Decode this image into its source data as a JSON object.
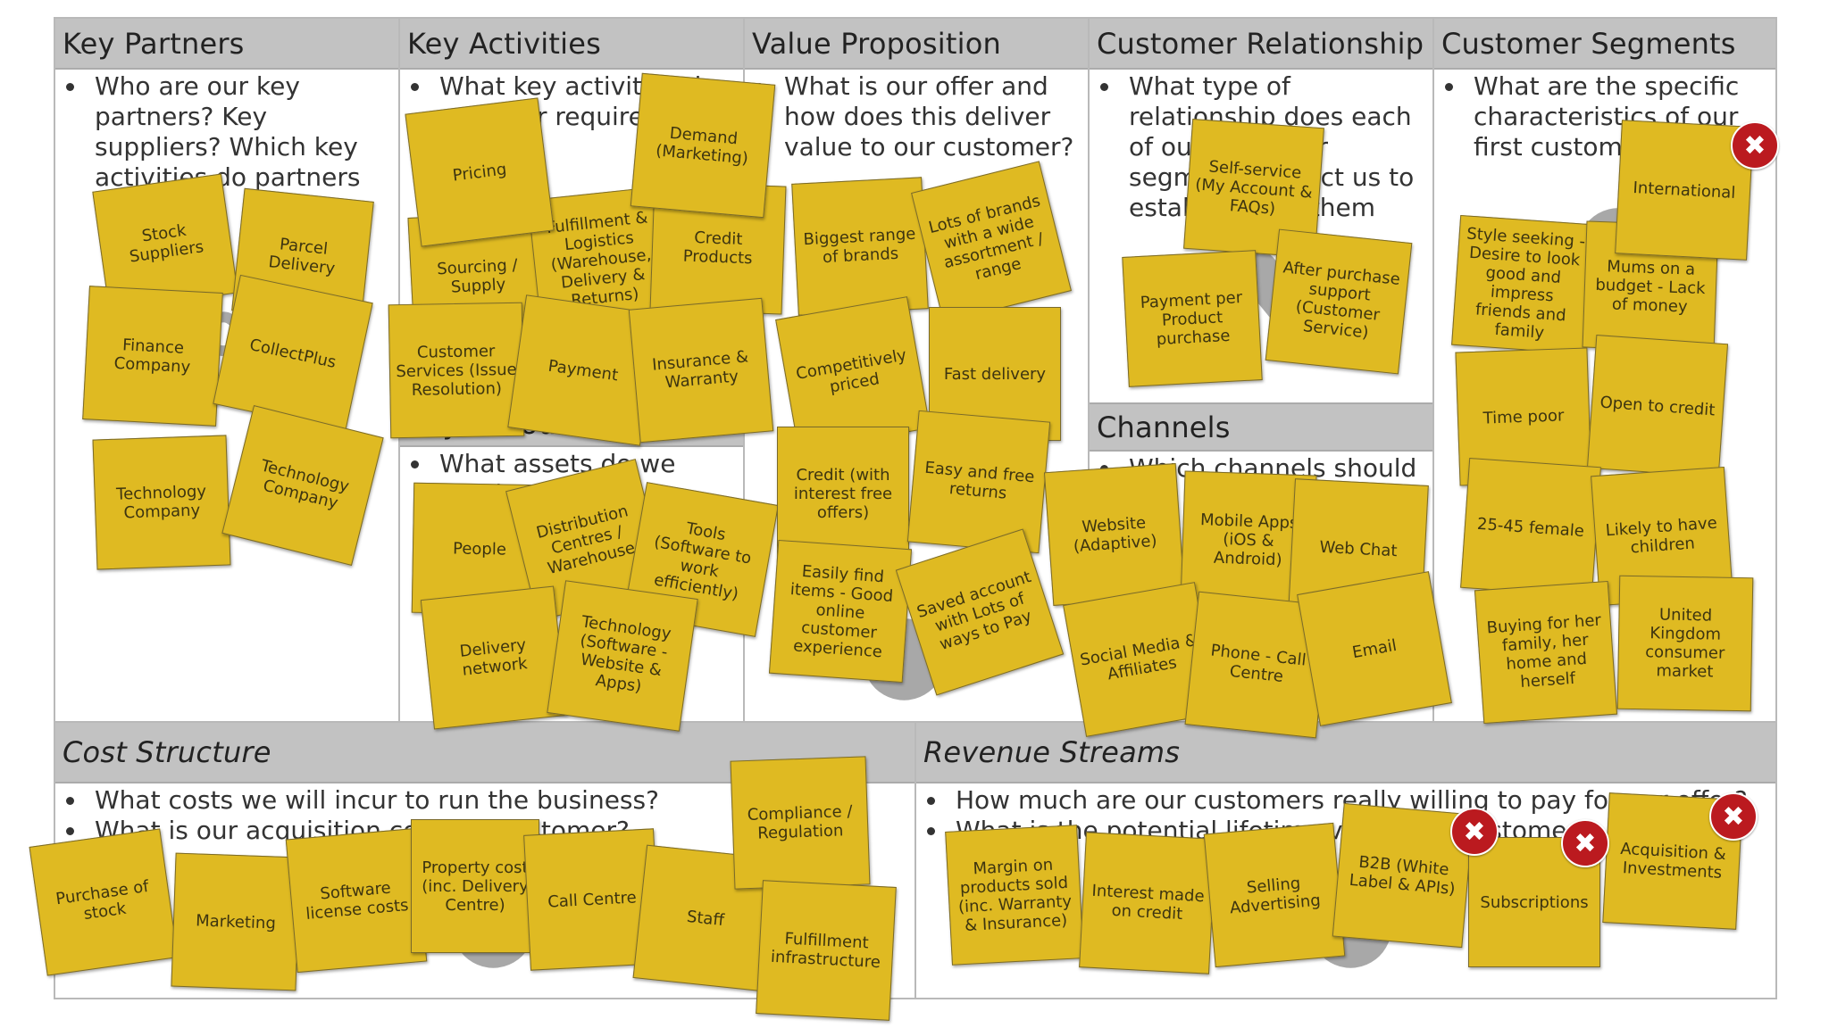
{
  "sections": {
    "key_partners": {
      "title": "Key Partners",
      "questions": [
        "Who are our key partners? Key suppliers? Which key activities do partners perform?"
      ]
    },
    "key_activities": {
      "title": "Key Activities",
      "questions": [
        "What key activities do our offer require?"
      ]
    },
    "key_resources": {
      "title": "Key Resources",
      "questions": [
        "What assets do we need"
      ]
    },
    "value_proposition": {
      "title": "Value Proposition",
      "questions": [
        "What is our offer and how does this deliver value to our customer?"
      ]
    },
    "customer_relationship": {
      "title": "Customer Relationship",
      "questions": [
        "What type of relationship does each of our customer segments expect us to establish with them"
      ]
    },
    "channels": {
      "title": "Channels",
      "questions": [
        "Which channels should"
      ]
    },
    "customer_segments": {
      "title": "Customer Segments",
      "questions": [
        "What are the specific characteristics of our first customers?"
      ]
    },
    "cost_structure": {
      "title": "Cost Structure",
      "questions": [
        "What costs we will incur to run the business?",
        "What is our acquisition cost per customer?"
      ]
    },
    "revenue_streams": {
      "title": "Revenue Streams",
      "questions": [
        "How much are our customers really willing to pay for our offer?",
        "What is the potential lifetime value of a customer?"
      ]
    }
  },
  "notes": {
    "stock_suppliers": "Stock Suppliers",
    "parcel_delivery": "Parcel Delivery",
    "finance_company": "Finance Company",
    "collectplus": "CollectPlus",
    "technology_company_1": "Technology Company",
    "technology_company_2": "Technology Company",
    "pricing": "Pricing",
    "sourcing_supply": "Sourcing / Supply",
    "fulfillment_logistics": "Fulfillment & Logistics (Warehouse, Delivery & Returns)",
    "demand_marketing": "Demand (Marketing)",
    "credit_products": "Credit Products",
    "customer_services": "Customer Services (Issue Resolution)",
    "payment": "Payment",
    "insurance_warranty": "Insurance & Warranty",
    "people": "People",
    "distribution_centres": "Distribution Centres / Warehouse",
    "tools": "Tools (Software to work efficiently)",
    "delivery_network": "Delivery network",
    "technology_software": "Technology (Software - Website & Apps)",
    "biggest_range": "Biggest range of brands",
    "lots_of_brands": "Lots of brands with a wide assortment / range",
    "competitively_priced": "Competitively priced",
    "fast_delivery": "Fast delivery",
    "credit_offers": "Credit (with interest free offers)",
    "easy_returns": "Easy and free returns",
    "easily_find": "Easily find items - Good online customer experience",
    "saved_account": "Saved account with Lots of ways to Pay",
    "self_service": "Self-service (My Account & FAQs)",
    "payment_per_product": "Payment per Product purchase",
    "after_purchase": "After purchase support (Customer Service)",
    "website": "Website (Adaptive)",
    "mobile_apps": "Mobile Apps (iOS & Android)",
    "web_chat": "Web Chat",
    "social_media": "Social Media & Affiliates",
    "phone_call": "Phone - Call Centre",
    "email": "Email",
    "international": "International",
    "style_seeking": "Style seeking - Desire to look good and impress friends and family",
    "mums_on_budget": "Mums on a budget - Lack of money",
    "time_poor": "Time poor",
    "open_to_credit": "Open to credit",
    "female_25_45": "25-45 female",
    "likely_children": "Likely to have children",
    "buying_for_family": "Buying for her family, her home and herself",
    "uk_market": "United Kingdom consumer market",
    "purchase_of_stock": "Purchase of stock",
    "marketing": "Marketing",
    "software_license": "Software license costs",
    "property_cost": "Property cost (inc. Delivery Centre)",
    "call_centre": "Call Centre",
    "staff": "Staff",
    "compliance": "Compliance / Regulation",
    "fulfillment_infra": "Fulfillment infrastructure",
    "margin_on_products": "Margin on products sold (inc. Warranty & Insurance)",
    "interest_on_credit": "Interest made on credit",
    "selling_advertising": "Selling Advertising",
    "b2b": "B2B (White Label & APIs)",
    "subscriptions": "Subscriptions",
    "acquisition": "Acquisition & Investments"
  },
  "icons": {
    "remove": "close-circle-icon"
  },
  "colors": {
    "note": "#dfba22",
    "header": "#c2c2c2",
    "remove": "#bb1a1f"
  }
}
